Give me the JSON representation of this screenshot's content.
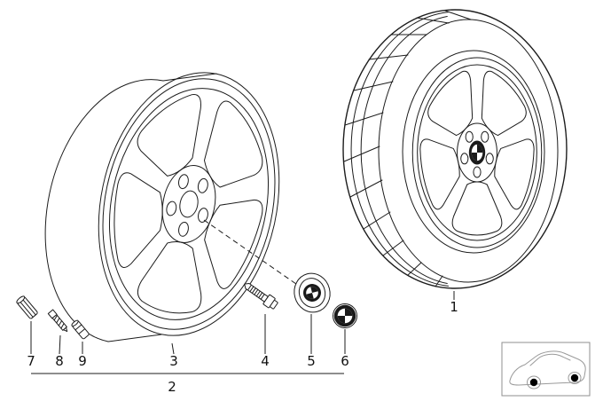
{
  "callouts": {
    "c1": "1",
    "c2": "2",
    "c3": "3",
    "c4": "4",
    "c5": "5",
    "c6": "6",
    "c7": "7",
    "c8": "8",
    "c9": "9"
  },
  "icons": {
    "hub_logo": "roundel-logo"
  },
  "colors": {
    "background": "#ffffff",
    "line": "#1c1c1c",
    "callout_text": "#111111",
    "thumbnail_line": "#9a9a9a",
    "marker_dot": "#000000"
  }
}
